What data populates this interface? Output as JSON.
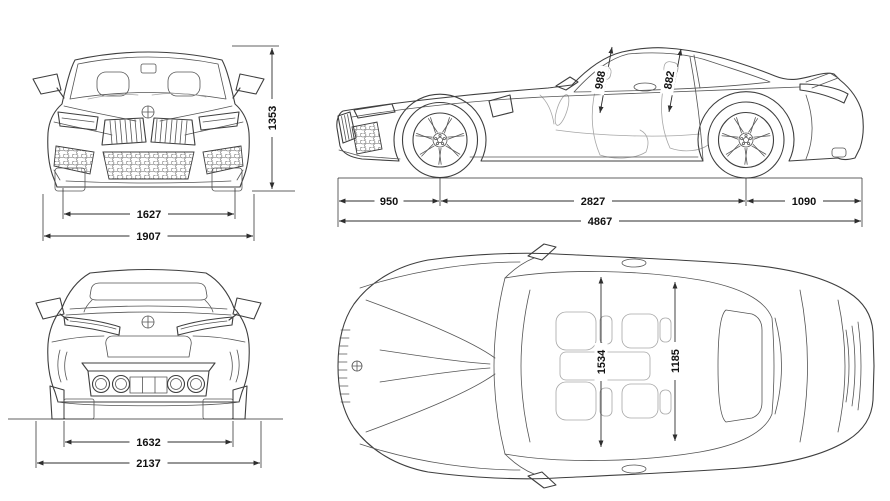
{
  "colors": {
    "line": "#3f3f3f",
    "secondary_line": "#555555",
    "interior_line": "#a6a6a6",
    "dimension_line": "#2e2e2e",
    "label_text": "#111111",
    "background": "#ffffff"
  },
  "views": {
    "front": {
      "dims": {
        "height": "1353",
        "track": "1627",
        "width": "1907"
      }
    },
    "side": {
      "dims": {
        "front_overhang": "950",
        "wheelbase": "2827",
        "rear_overhang": "1090",
        "length": "4867",
        "headroom_front": "988",
        "headroom_rear": "882"
      }
    },
    "rear": {
      "dims": {
        "track": "1632",
        "width_mirrors": "2137"
      }
    },
    "top": {
      "dims": {
        "shoulder_front": "1534",
        "shoulder_rear": "1185"
      }
    }
  }
}
